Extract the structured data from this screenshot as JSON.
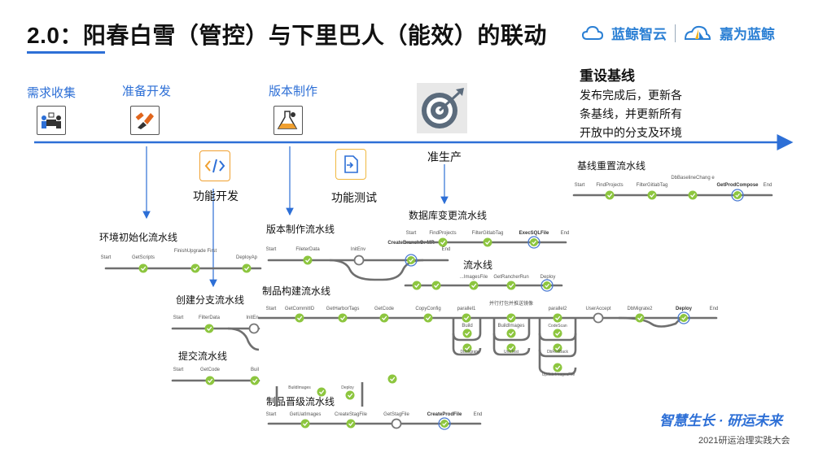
{
  "title": "2.0：阳春白雪（管控）与下里巴人（能效）的联动",
  "logos": {
    "left": "蓝鲸智云",
    "right": "嘉为蓝鲸"
  },
  "stages": [
    {
      "label": "需求收集",
      "icon": "team-meeting-icon"
    },
    {
      "label": "准备开发",
      "icon": "paint-brush-icon"
    },
    {
      "label": "版本制作",
      "icon": "flask-icon"
    }
  ],
  "pre_production": "准生产",
  "reset": {
    "title": "重设基线",
    "desc_lines": [
      "发布完成后，更新各",
      "条基线，并更新所有",
      "开放中的分支及环境"
    ]
  },
  "blocks": {
    "function_dev": "功能开发",
    "function_test": "功能测试"
  },
  "pipelines": {
    "env_init": {
      "title": "环境初始化流水线",
      "nodes": [
        "Start",
        "GetScripts",
        "FinishUpgrade First",
        "DeployAp"
      ]
    },
    "create_branch": {
      "title": "创建分支流水线",
      "nodes": [
        "Start",
        "FilterData",
        "InitEn"
      ]
    },
    "submit": {
      "title": "提交流水线",
      "nodes": [
        "Start",
        "GetCode",
        "Buil"
      ]
    },
    "version_make": {
      "title": "版本制作流水线",
      "nodes": [
        "Start",
        "FileterData",
        "InitEnv",
        "CreateBranchOr MR",
        "End"
      ]
    },
    "db_change": {
      "title": "数据库变更流水线",
      "nodes": [
        "Start",
        "FindProjects",
        "FilterGitlabTag",
        "ExecSQLFile",
        "End"
      ]
    },
    "partial_suffix": {
      "title": "流水线",
      "nodes": [
        "...ImagesFile",
        "GetRancherRun",
        "Deploy"
      ]
    },
    "artifact_build": {
      "title": "制品构建流水线",
      "nodes": [
        "Start",
        "GetCommitID",
        "GetHarborTags",
        "GetCode",
        "CopyConfig",
        "parallel1",
        "并行打包并推送镜像",
        "parallel2",
        "UserAccept",
        "DbMigrate2",
        "Deploy",
        "End"
      ],
      "branch_nodes": [
        "Build",
        "DbMigrate",
        "BuildImages",
        "UnitTest",
        "CodeScan",
        "DbRollBack",
        "UpdateImagesFile"
      ]
    },
    "promote": {
      "title": "制品晋级流水线",
      "nodes": [
        "Start",
        "GetUatImages",
        "CreateStagFile",
        "GetStagFile",
        "CreateProdFile",
        "End"
      ],
      "fragments": [
        "BuildImages",
        "Deploy"
      ]
    },
    "baseline_reset": {
      "title": "基线重置流水线",
      "nodes": [
        "Start",
        "FindProjects",
        "FilterGitlabTag",
        "DbBaselineChang e",
        "GetProdCompose",
        "End"
      ]
    }
  },
  "footer": {
    "slogan": "智慧生长 · 研运未来",
    "event": "2021研运治理实践大会"
  },
  "colors": {
    "accent": "#2d6fd6",
    "success": "#8dc63f",
    "orange": "#f0a030"
  }
}
